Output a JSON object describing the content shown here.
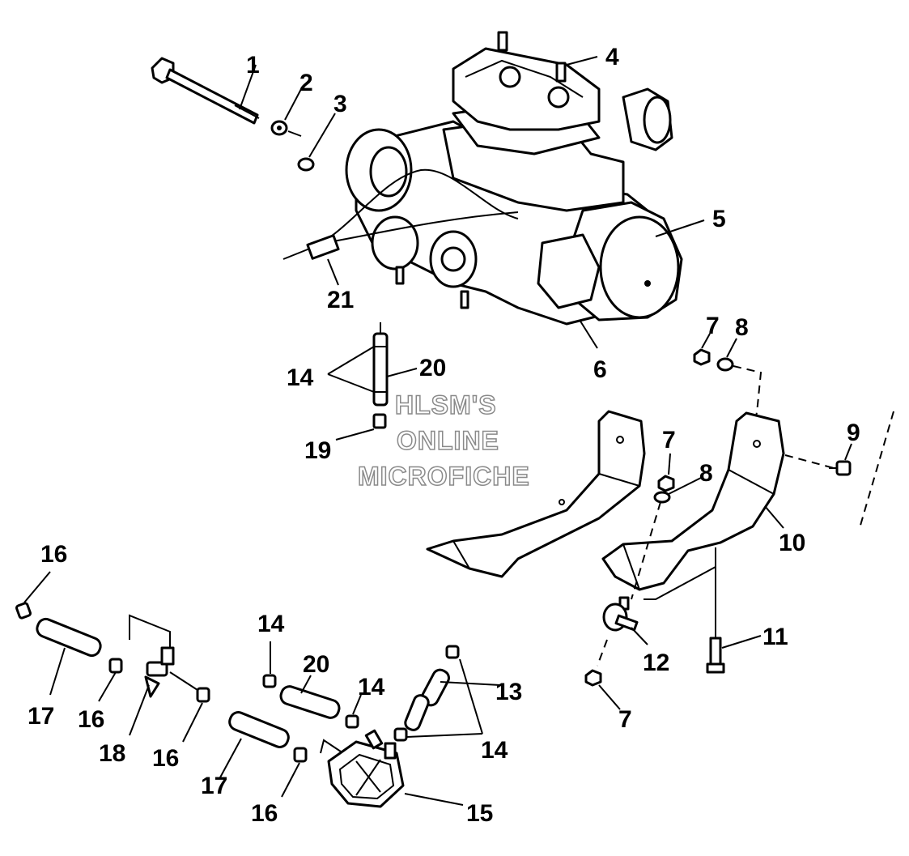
{
  "callouts": {
    "c1": "1",
    "c2": "2",
    "c3": "3",
    "c4": "4",
    "c5": "5",
    "c6": "6",
    "c7a": "7",
    "c8a": "8",
    "c9": "9",
    "c7b": "7",
    "c8b": "8",
    "c10": "10",
    "c14a": "14",
    "c20a": "20",
    "c19": "19",
    "c21": "21",
    "c16a": "16",
    "c17a": "17",
    "c16b": "16",
    "c18": "18",
    "c16c": "16",
    "c14b": "14",
    "c20b": "20",
    "c14c": "14",
    "c13": "13",
    "c14d": "14",
    "c17b": "17",
    "c16d": "16",
    "c15": "15",
    "c11": "11",
    "c12": "12",
    "c7c": "7"
  },
  "watermark": {
    "line1": "HLSM'S",
    "line2": "ONLINE",
    "line3": "MICROFICHE"
  }
}
